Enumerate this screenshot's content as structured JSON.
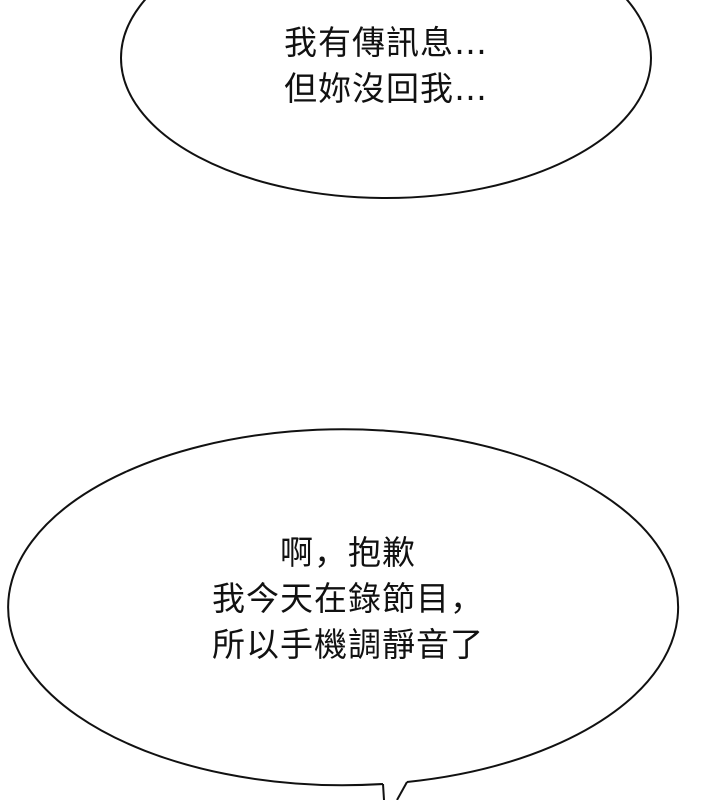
{
  "panel": {
    "background_color": "#ffffff",
    "stroke_color": "#111111"
  },
  "bubbles": [
    {
      "id": "top",
      "speaker": "unseen",
      "lines": [
        "我有傳訊息…",
        "但妳沒回我…"
      ]
    },
    {
      "id": "bottom",
      "speaker": "unseen",
      "has_tail": true,
      "tail_direction": "down",
      "lines": [
        "啊，抱歉",
        "我今天在錄節目，",
        "所以手機調靜音了"
      ]
    }
  ]
}
